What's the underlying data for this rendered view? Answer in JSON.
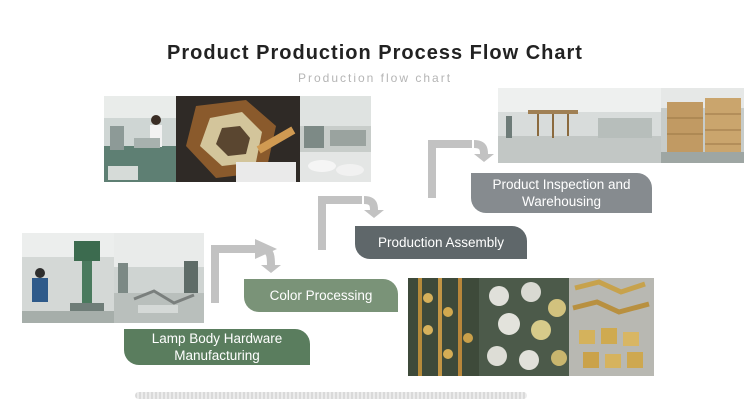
{
  "header": {
    "title": "Product Production Process Flow Chart",
    "subtitle": "Production flow chart"
  },
  "steps": [
    {
      "label": "Lamp Body Hardware\nManufacturing",
      "color": "#5a7d5e"
    },
    {
      "label": "Color Processing",
      "color": "#7a9378"
    },
    {
      "label": "Production Assembly",
      "color": "#5f676a"
    },
    {
      "label": "Product Inspection and\nWarehousing",
      "color": "#868b8f"
    }
  ],
  "arrow_color": "#c2c2c2"
}
